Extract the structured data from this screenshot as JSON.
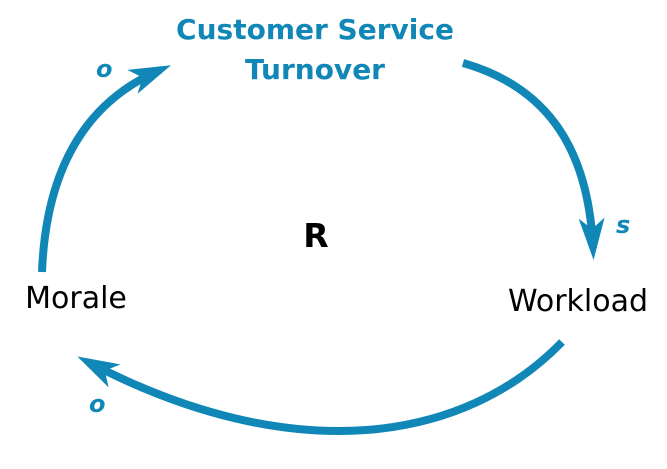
{
  "diagram": {
    "type": "causal-loop",
    "loop_label": "R",
    "nodes": {
      "top": {
        "label": "Customer Service Turnover",
        "line1": "Customer Service",
        "line2": "Turnover"
      },
      "right": {
        "label": "Workload"
      },
      "left": {
        "label": "Morale"
      }
    },
    "links": [
      {
        "from": "Morale",
        "to": "Customer Service Turnover",
        "polarity": "o"
      },
      {
        "from": "Customer Service Turnover",
        "to": "Workload",
        "polarity": "s"
      },
      {
        "from": "Workload",
        "to": "Morale",
        "polarity": "o"
      }
    ],
    "colors": {
      "accent": "#1187B8",
      "text": "#000000",
      "background": "#FFFFFF"
    }
  }
}
